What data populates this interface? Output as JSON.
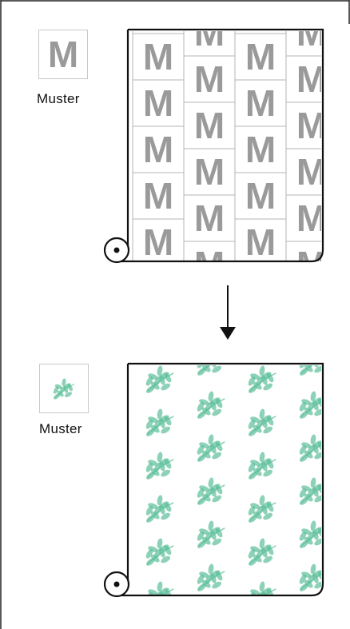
{
  "top_panel": {
    "swatch_letter": "M",
    "pattern_label": "Muster",
    "wallpaper_letter": "M",
    "pattern_color": "#9a9a9a"
  },
  "bottom_panel": {
    "pattern_label": "Muster",
    "leaf_color": "#5cbf9a"
  },
  "arrow": {
    "direction": "down"
  }
}
